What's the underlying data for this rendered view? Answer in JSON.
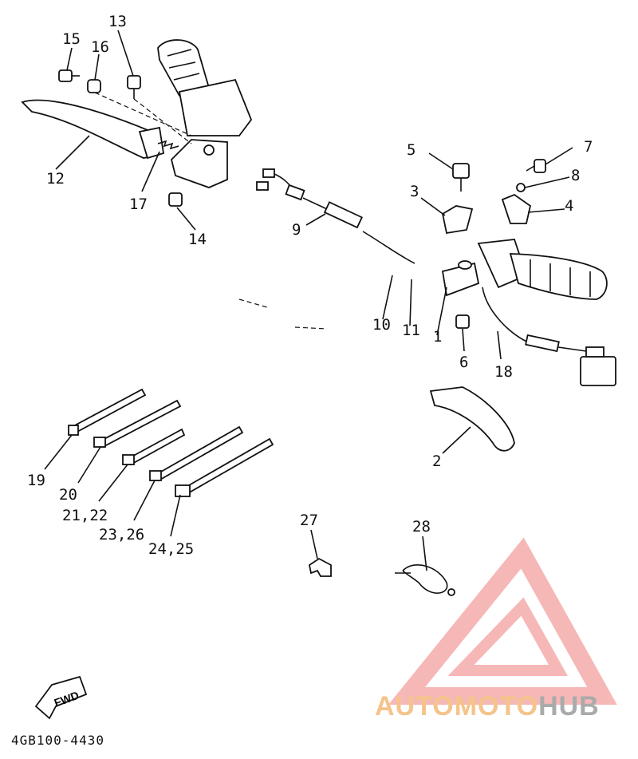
{
  "diagram_code": "4GB100-4430",
  "fwd_label": "FWD",
  "watermark": {
    "part1": "AUTOMOTO",
    "part2": "HUB",
    "color_main": "#f5c48a",
    "color_hub": "#a9aaab",
    "logo_color": "#f4a0a0"
  },
  "callouts": {
    "c1": "1",
    "c2": "2",
    "c3": "3",
    "c4": "4",
    "c5": "5",
    "c6": "6",
    "c7": "7",
    "c8": "8",
    "c9": "9",
    "c10": "10",
    "c11": "11",
    "c12": "12",
    "c13": "13",
    "c14": "14",
    "c15": "15",
    "c16": "16",
    "c17": "17",
    "c18": "18",
    "c19": "19",
    "c20": "20",
    "c21_22": "21,22",
    "c23_26": "23,26",
    "c24_25": "24,25",
    "c27": "27",
    "c28": "28"
  }
}
